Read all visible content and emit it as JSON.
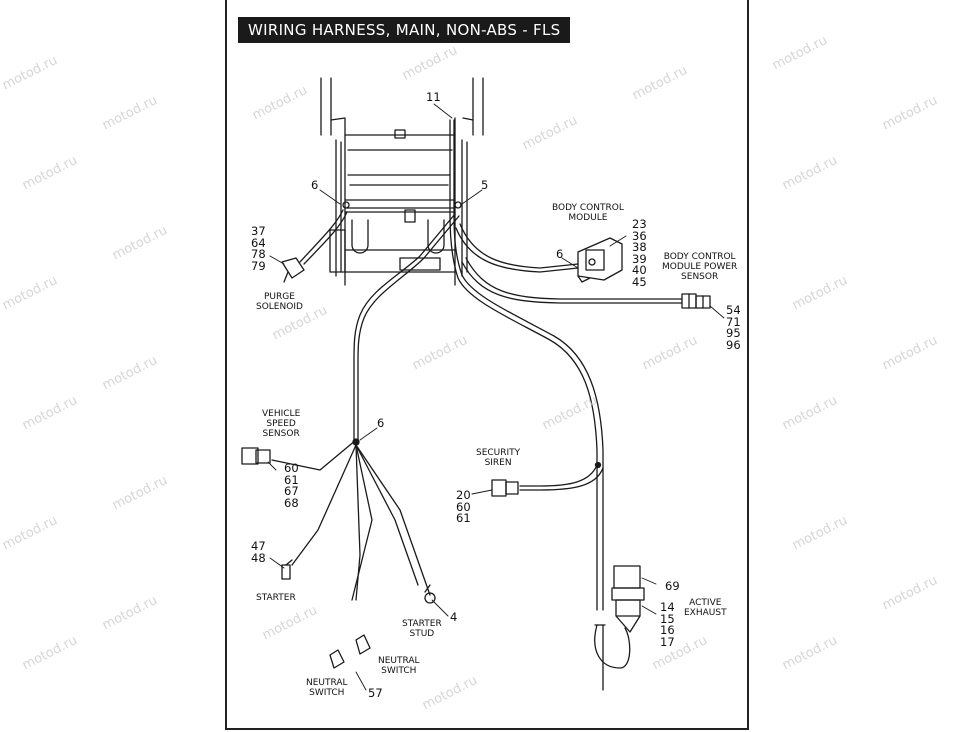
{
  "title": "WIRING HARNESS, MAIN, NON-ABS - FLS",
  "watermark": "motod.ru",
  "labels": {
    "body_control_module": [
      "BODY CONTROL",
      "MODULE"
    ],
    "bcm_power_sensor": [
      "BODY CONTROL",
      "MODULE POWER",
      "SENSOR"
    ],
    "purge_solenoid": [
      "PURGE",
      "SOLENOID"
    ],
    "vehicle_speed_sensor": [
      "VEHICLE",
      "SPEED",
      "SENSOR"
    ],
    "security_siren": [
      "SECURITY",
      "SIREN"
    ],
    "starter": "STARTER",
    "starter_stud": [
      "STARTER",
      "STUD"
    ],
    "neutral_switch_right": [
      "NEUTRAL",
      "SWITCH"
    ],
    "neutral_switch_left": [
      "NEUTRAL",
      "SWITCH"
    ],
    "active_exhaust": [
      "ACTIVE",
      "EXHAUST"
    ]
  },
  "callouts": {
    "frame_top": "11",
    "frame_left": "6",
    "frame_right": "5",
    "bcm_mount": "6",
    "harness_mid": "6",
    "starter_stud": "4",
    "neutral_switch": "57",
    "active_exhaust_top": "69",
    "bcm_parts": [
      "23",
      "36",
      "38",
      "39",
      "40",
      "45"
    ],
    "purge_parts": [
      "37",
      "64",
      "78",
      "79"
    ],
    "bcm_sensor_parts": [
      "54",
      "71",
      "95",
      "96"
    ],
    "speed_sensor_parts": [
      "60",
      "61",
      "67",
      "68"
    ],
    "starter_parts": [
      "47",
      "48"
    ],
    "siren_parts": [
      "20",
      "60",
      "61"
    ],
    "exhaust_parts": [
      "14",
      "15",
      "16",
      "17"
    ]
  },
  "colors": {
    "line": "#1a1a1a",
    "title_bg": "#1a1a1a",
    "watermark": "#c9c9c9"
  }
}
